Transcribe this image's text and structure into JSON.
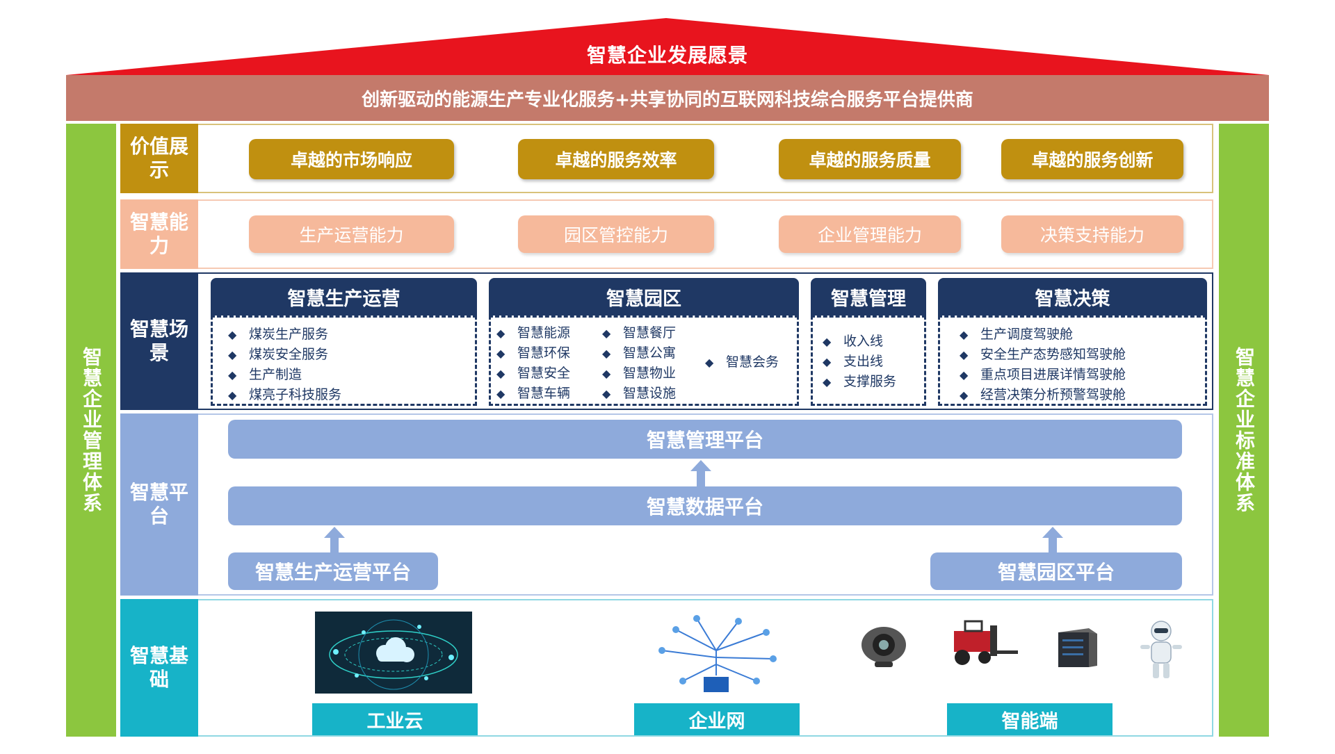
{
  "roof": {
    "title": "智慧企业发展愿景"
  },
  "banner": "创新驱动的能源生产专业化服务+共享协同的互联网科技综合服务平台提供商",
  "left_pillar": "智慧企业管理体系",
  "right_pillar": "智慧企业标准体系",
  "rows": {
    "value": {
      "label": "价值展示",
      "items": [
        "卓越的市场响应",
        "卓越的服务效率",
        "卓越的服务质量",
        "卓越的服务创新"
      ]
    },
    "ability": {
      "label": "智慧能力",
      "items": [
        "生产运营能力",
        "园区管控能力",
        "企业管理能力",
        "决策支持能力"
      ]
    },
    "scene": {
      "label": "智慧场景",
      "groups": [
        {
          "title": "智慧生产运营",
          "items": [
            "煤炭生产服务",
            "煤炭安全服务",
            "生产制造",
            "煤亮子科技服务"
          ]
        },
        {
          "title": "智慧园区",
          "col1": [
            "智慧能源",
            "智慧环保",
            "智慧安全",
            "智慧车辆"
          ],
          "col2": [
            "智慧餐厅",
            "智慧公寓",
            "智慧物业",
            "智慧设施"
          ],
          "col3": [
            "智慧会务"
          ]
        },
        {
          "title": "智慧管理",
          "items": [
            "收入线",
            "支出线",
            "支撑服务"
          ]
        },
        {
          "title": "智慧决策",
          "items": [
            "生产调度驾驶舱",
            "安全生产态势感知驾驶舱",
            "重点项目进展详情驾驶舱",
            "经营决策分析预警驾驶舱"
          ]
        }
      ]
    },
    "platform": {
      "label": "智慧平台",
      "mgmt": "智慧管理平台",
      "data": "智慧数据平台",
      "prod": "智慧生产运营平台",
      "park": "智慧园区平台"
    },
    "base": {
      "label": "智慧基础",
      "items": [
        "工业云",
        "企业网",
        "智能端"
      ]
    }
  },
  "icons": [
    "cloud-network-image",
    "network-tree-icon",
    "camera-icon",
    "forklift-icon",
    "server-icon",
    "robot-icon"
  ],
  "colors": {
    "roof": "#e8141e",
    "banner": "#c47a6b",
    "pillar": "#8cc63f",
    "value": "#c09010",
    "ability": "#f6b99b",
    "scene": "#1f3864",
    "platform": "#8eaadb",
    "base": "#17b3c8"
  }
}
